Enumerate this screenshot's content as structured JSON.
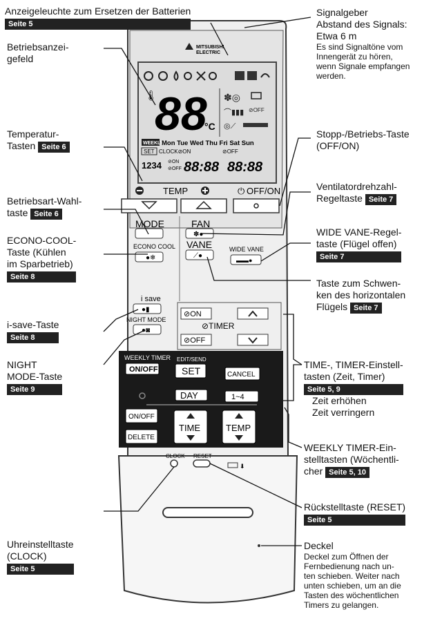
{
  "labels": {
    "battery": {
      "text": "Anzeigeleuchte zum Ersetzen der Batterien",
      "page": "Seite 5"
    },
    "display": {
      "l1": "Betriebsanzei-",
      "l2": "gefeld"
    },
    "temp_keys": {
      "l1": "Temperatur-",
      "l2": "Tasten",
      "page": "Seite 6"
    },
    "mode_sel": {
      "l1": "Betriebsart-Wahl-",
      "l2": "taste",
      "page": "Seite 6"
    },
    "econo": {
      "l1": "ECONO-COOL-",
      "l2": "Taste (Kühlen",
      "l3": "im Sparbetrieb)",
      "page": "Seite 8"
    },
    "isave": {
      "l1": "i-save-Taste",
      "page": "Seite 8"
    },
    "night": {
      "l1": "NIGHT",
      "l2": "MODE-Taste",
      "page": "Seite 9"
    },
    "clock": {
      "l1": "Uhreinstelltaste",
      "l2": "(CLOCK)",
      "page": "Seite 5"
    },
    "signal": {
      "l1": "Signalgeber",
      "l2": "Abstand des Signals:",
      "l3": "Etwa 6 m",
      "d1": "Es sind Signaltöne vom",
      "d2": "Innengerät zu hören,",
      "d3": "wenn Signale empfangen",
      "d4": "werden."
    },
    "stop": {
      "l1": "Stopp-/Betriebs-Taste",
      "l2": "(OFF/ON)"
    },
    "fan": {
      "l1": "Ventilatordrehzahl-",
      "l2": "Regeltaste",
      "page": "Seite 7"
    },
    "wide": {
      "l1": "WIDE VANE-Regel-",
      "l2": "taste (Flügel offen)",
      "page": "Seite 7"
    },
    "swing": {
      "l1": "Taste zum Schwen-",
      "l2": "ken des horizontalen",
      "l3": "Flügels",
      "page": "Seite 7"
    },
    "time": {
      "l1": "TIME-, TIMER-Einstell-",
      "l2": "tasten (Zeit, Timer)",
      "page": "Seite 5, 9",
      "d1": "Zeit erhöhen",
      "d2": "Zeit verringern"
    },
    "weekly": {
      "l1": "WEEKLY TIMER-Ein-",
      "l2": "stelltasten (Wöchentli-",
      "l3": "cher",
      "page": "Seite 5, 10"
    },
    "reset": {
      "l1": "Rückstelltaste (RESET)",
      "page": "Seite 5"
    },
    "cover": {
      "l1": "Deckel",
      "d1": "Deckel zum Öffnen der",
      "d2": "Fernbedienung nach un-",
      "d3": "ten schieben. Weiter nach",
      "d4": "unten schieben, um an die",
      "d5": "Tasten des wöchentlichen",
      "d6": "Timers zu gelangen."
    }
  },
  "remote": {
    "brand1": "MITSUBISHI",
    "brand2": "ELECTRIC",
    "lcd_digits": "88",
    "lcd_unit": "°C",
    "lcd_weekly": "WEEKLY",
    "lcd_days": "Mon Tue Wed Thu Fri Sat Sun",
    "lcd_set": "SET",
    "lcd_clock_on": "CLOCK⊘ON",
    "lcd_off": "⊘OFF",
    "lcd_1234": "1234",
    "lcd_on2": "⊘ON",
    "lcd_off2": "⊘OFF",
    "lcd_time1": "88:88",
    "lcd_time2": "88:88",
    "temp": "TEMP",
    "offon": "OFF/ON",
    "mode": "MODE",
    "econo_cool": "ECONO COOL",
    "fan": "FAN",
    "vane": "VANE",
    "wide_vane": "WIDE VANE",
    "isave": "i save",
    "night_mode": "NIGHT MODE",
    "on": "⊘ON",
    "timer": "⊘TIMER",
    "off": "⊘OFF",
    "weekly_timer": "WEEKLY TIMER",
    "onoff": "ON/OFF",
    "edit_send": "EDIT/SEND",
    "set": "SET",
    "cancel": "CANCEL",
    "day": "DAY",
    "range": "1~4",
    "onoff2": "ON/OFF",
    "delete": "DELETE",
    "time": "TIME",
    "temp2": "TEMP",
    "clock": "CLOCK",
    "reset": "RESET"
  },
  "colors": {
    "badge": "#222222",
    "remote_body": "#eeeeee",
    "lcd": "#dcdcdc",
    "weekly_panel": "#1a1a1a"
  }
}
